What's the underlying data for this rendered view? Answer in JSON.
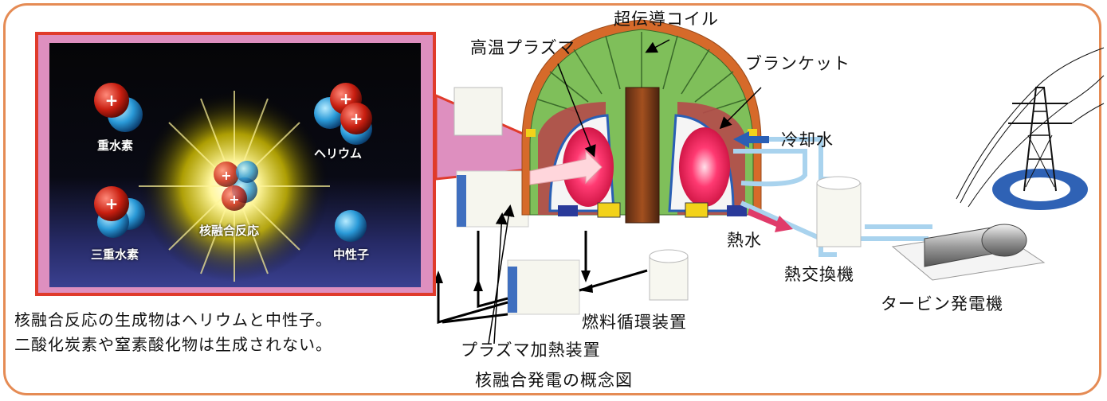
{
  "labels": {
    "superconducting_coil": "超伝導コイル",
    "hot_plasma": "高温プラズマ",
    "blanket": "ブランケット",
    "cooling_water": "冷却水",
    "hot_water": "熱水",
    "heat_exchanger": "熱交換機",
    "turbine_generator": "タービン発電機",
    "fuel_cycle": "燃料循環装置",
    "plasma_heating": "プラズマ加熱装置",
    "caption": "核融合発電の概念図"
  },
  "note": {
    "line1": "核融合反応の生成物はヘリウムと中性子。",
    "line2": "二酸化炭素や窒素酸化物は生成されない。"
  },
  "inset": {
    "deuterium": "重水素",
    "tritium": "三重水素",
    "helium": "ヘリウム",
    "neutron": "中性子",
    "fusion_reaction": "核融合反応",
    "plus": "+"
  },
  "colors": {
    "frame": "#e58b54",
    "inset_border": "#e03b2b",
    "inset_fill": "#de8fbf",
    "plasma": "#e8154a",
    "reactor_green": "#7fbf5a",
    "cooling_pipe": "#a9d3ee"
  }
}
